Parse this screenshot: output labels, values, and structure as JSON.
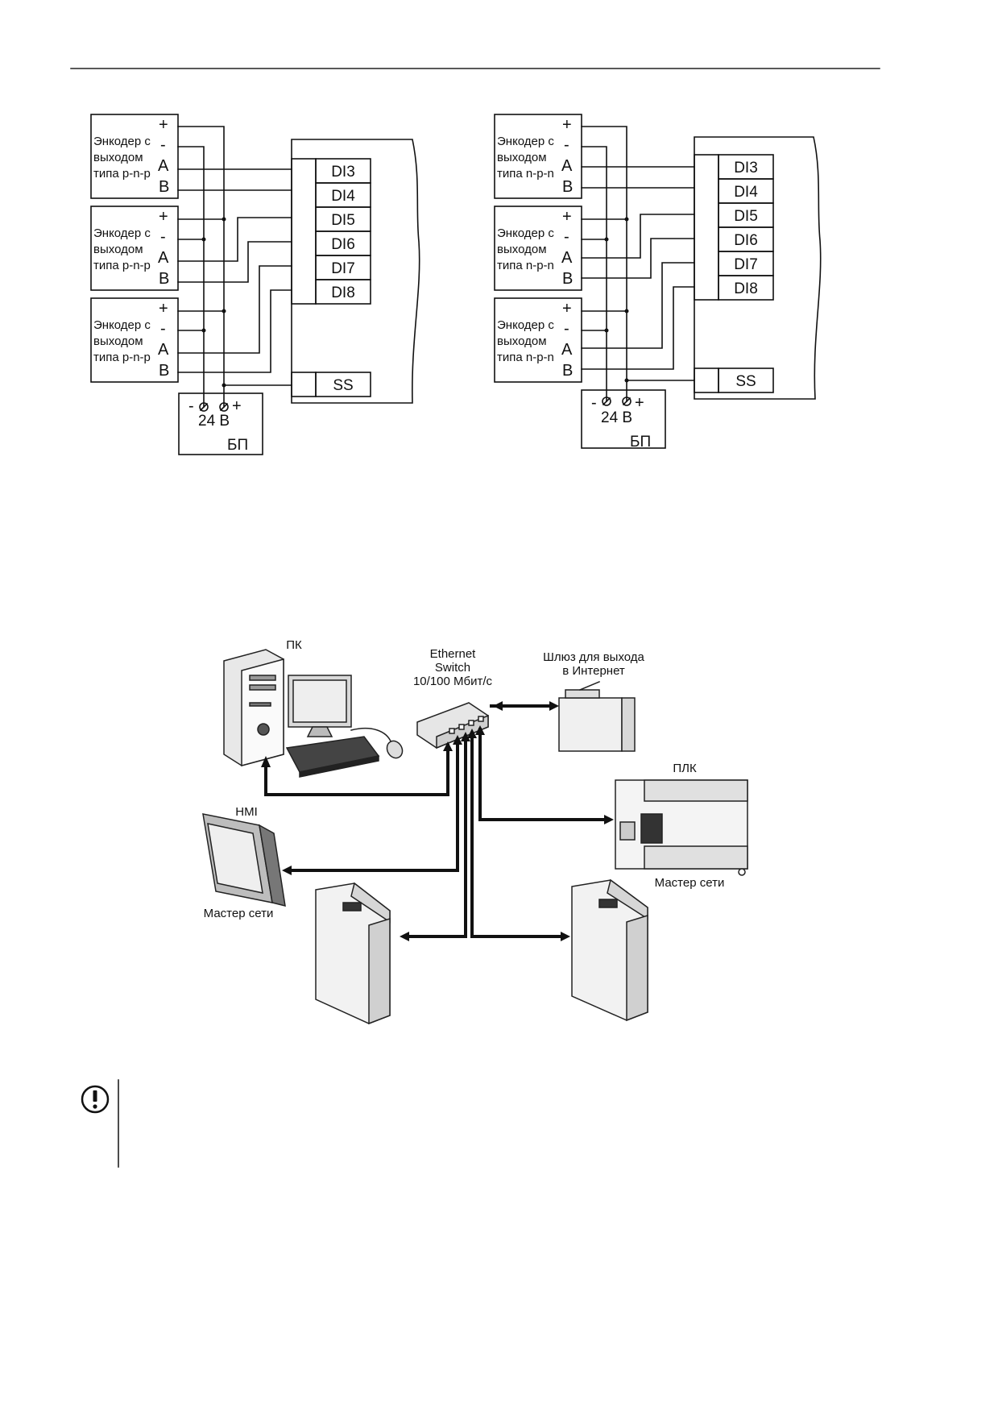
{
  "wiring_pnp": {
    "encoder_labels": [
      "Энкодер с",
      "выходом",
      "типа p-n-p"
    ],
    "pins": [
      "+",
      "-",
      "A",
      "B"
    ],
    "inputs": [
      "DI3",
      "DI4",
      "DI5",
      "DI6",
      "DI7",
      "DI8"
    ],
    "ss": "SS",
    "psu_voltage": "24 В",
    "psu_minus": "-",
    "psu_plus": "+",
    "psu_label": "БП"
  },
  "wiring_npn": {
    "encoder_labels": [
      "Энкодер с",
      "выходом",
      "типа n-p-n"
    ],
    "pins": [
      "+",
      "-",
      "A",
      "B"
    ],
    "inputs": [
      "DI3",
      "DI4",
      "DI5",
      "DI6",
      "DI7",
      "DI8"
    ],
    "ss": "SS",
    "psu_voltage": "24 В",
    "psu_minus": "-",
    "psu_plus": "+",
    "psu_label": "БП"
  },
  "network": {
    "pc_label": "ПК",
    "switch_label": [
      "Ethernet",
      "Switch",
      "10/100 Мбит/с"
    ],
    "gateway_label": [
      "Шлюз для выхода",
      "в Интернет"
    ],
    "plc_label": "ПЛК",
    "plc_master_label": "Мастер сети",
    "hmi_label": "HMI",
    "hmi_master_label": "Мастер сети"
  },
  "notice": {
    "icon": "exclamation-circle-icon"
  }
}
